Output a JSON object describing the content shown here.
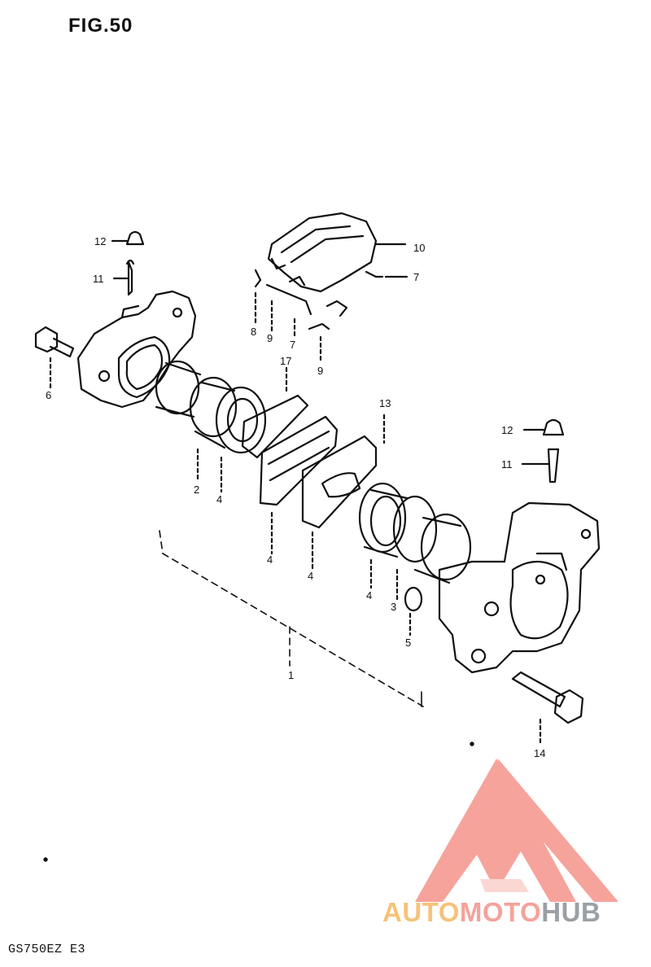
{
  "figure": {
    "title": "FIG.50",
    "model": "GS750EZ E3"
  },
  "watermark": {
    "part1": "AUTO",
    "part2": "MOTO",
    "part3": "HUB",
    "colors": {
      "auto": "#f6c27a",
      "moto": "#f6a29a",
      "hub": "#9aa0a6",
      "logo": "#f69a92"
    }
  },
  "callouts": {
    "c12a": "12",
    "c11a": "11",
    "c6": "6",
    "c10": "10",
    "c7a": "7",
    "c8": "8",
    "c9a": "9",
    "c7b": "7",
    "c9b": "9",
    "c17": "17",
    "c2a": "2",
    "c4a": "4",
    "c13": "13",
    "c12b": "12",
    "c11b": "11",
    "c1": "1",
    "c4b": "4",
    "c4c": "4",
    "c4d": "4",
    "c3": "3",
    "c5": "5",
    "c14": "14"
  }
}
